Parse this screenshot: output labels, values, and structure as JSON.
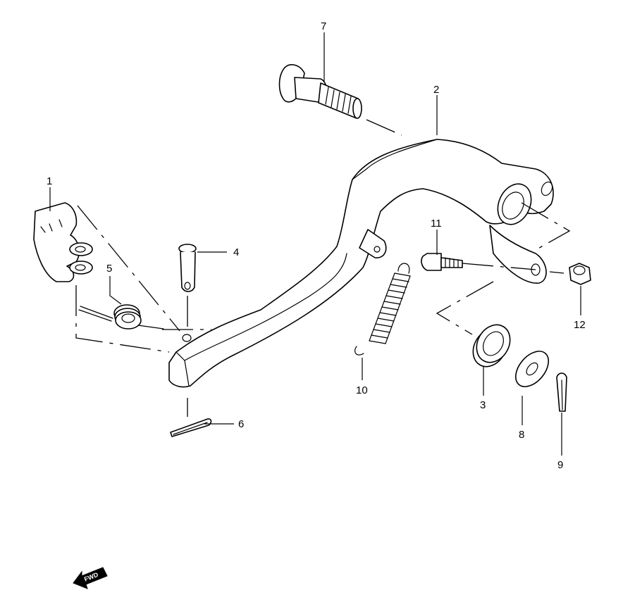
{
  "diagram": {
    "callouts": [
      "1",
      "2",
      "3",
      "4",
      "5",
      "6",
      "7",
      "8",
      "9",
      "10",
      "11",
      "12"
    ],
    "fwd_label": "FWD"
  }
}
